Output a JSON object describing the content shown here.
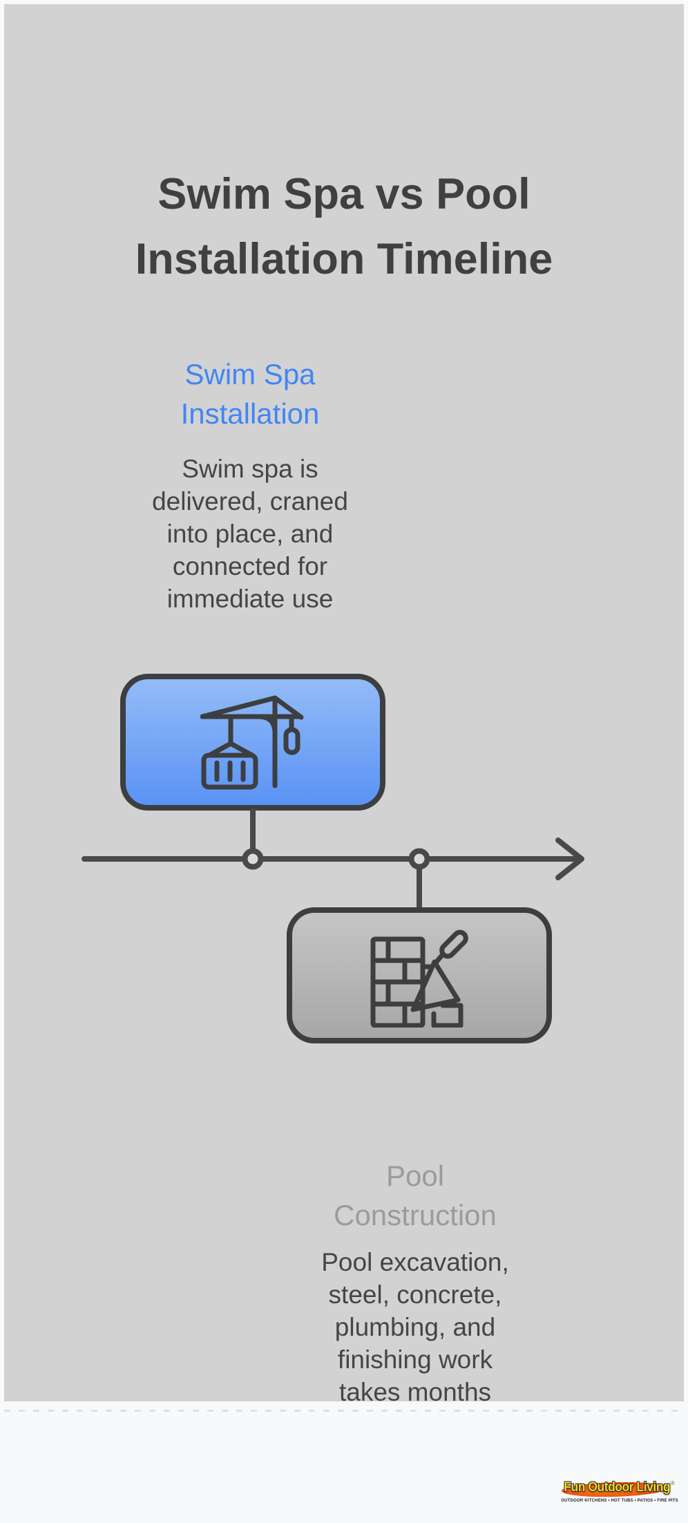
{
  "title": {
    "text": "Swim Spa vs Pool Installation Timeline",
    "lines": [
      "Swim Spa vs Pool",
      "Installation Timeline"
    ]
  },
  "sections": [
    {
      "id": "swim-spa-installation",
      "heading_lines": [
        "Swim Spa",
        "Installation"
      ],
      "description_lines": [
        "Swim spa is",
        "delivered, craned",
        "into place, and",
        "connected for",
        "immediate use"
      ],
      "icon": "tower-crane-icon"
    },
    {
      "id": "pool-construction",
      "heading_lines": [
        "Pool",
        "Construction"
      ],
      "description_lines": [
        "Pool excavation,",
        "steel, concrete,",
        "plumbing, and",
        "finishing work",
        "takes months"
      ],
      "icon": "bricklaying-trowel-icon"
    }
  ],
  "footer_logo": {
    "brand": "Fun Outdoor Living",
    "registered_mark": "®",
    "tagline": "OUTDOOR KITCHENS • HOT TUBS • PATIOS • FIRE PITS"
  },
  "colors": {
    "page_bg": "#f8f9fa",
    "panel_bg": "#d2d2d3",
    "title_text": "#3f4041",
    "body_text": "#454547",
    "accent_blue": "#4285f4",
    "muted_heading": "#9b9b9b",
    "outline_dark": "#3d3e40",
    "timeline_stroke": "#48494b",
    "node_fill": "#dadada",
    "blue_box_top": "#93bbf7",
    "blue_box_bottom": "#5a93f5",
    "gray_box_top": "#c5c5c5",
    "gray_box_bottom": "#a7a7a7",
    "perforation": "#dfe0e0",
    "logo_yellow": "#ffd60f",
    "logo_outline": "#232d3f",
    "logo_swoosh": "#e84812",
    "logo_swoosh_light": "#f5821c",
    "logo_green": "#5f9c1c",
    "logo_tagline": "#1b2430"
  }
}
